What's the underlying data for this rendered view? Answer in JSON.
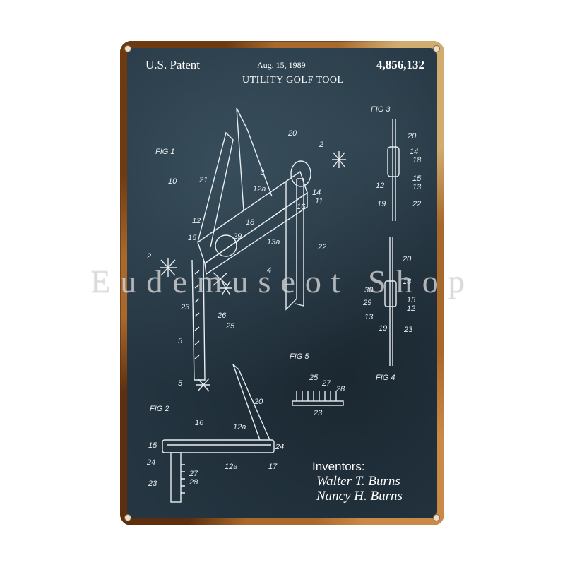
{
  "header": {
    "left_label": "U.S. Patent",
    "date": "Aug. 15, 1989",
    "patent_number": "4,856,132",
    "title": "UTILITY GOLF TOOL"
  },
  "inventors": {
    "label": "Inventors:",
    "names": [
      "Walter T. Burns",
      "Nancy H. Burns"
    ]
  },
  "watermark": "Eudemuseot Shop",
  "colors": {
    "board": "#253642",
    "rust_frame": "#a9692c",
    "line_art": "#e9eef2"
  }
}
